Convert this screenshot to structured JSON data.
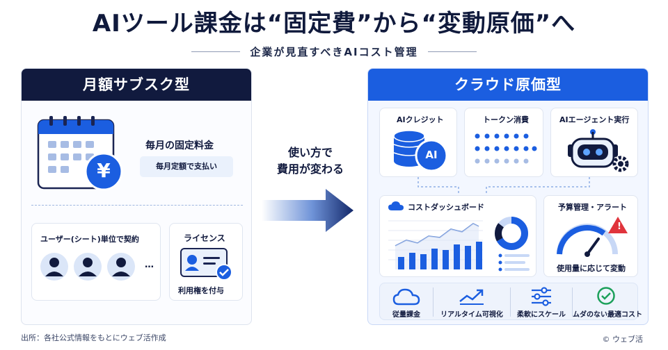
{
  "title": "AIツール課金は“固定費”から“変動原価”へ",
  "subtitle": "企業が見直すべきAIコスト管理",
  "left_panel": {
    "header": "月額サブスク型",
    "fixed_fee_label": "毎月の固定料金",
    "fixed_fee_badge": "毎月定額で支払い",
    "currency_symbol": "¥",
    "seat_label": "ユーザー(シート)単位で契約",
    "seat_more": "…",
    "license_title": "ライセンス",
    "license_label": "利用権を付与"
  },
  "arrow": {
    "line1": "使い方で",
    "line2": "費用が変わる"
  },
  "right_panel": {
    "header": "クラウド原価型",
    "cards": {
      "ai_credit": "AIクレジット",
      "ai_badge": "AI",
      "token_usage": "トークン消費",
      "agent_exec": "AIエージェント実行"
    },
    "dashboard_title": "コストダッシュボード",
    "budget_title": "予算管理・アラート",
    "budget_alert": "!",
    "budget_label": "使用量に応じて変動",
    "features": [
      "従量課金",
      "リアルタイム可視化",
      "柔軟にスケール",
      "ムダのない最適コスト"
    ]
  },
  "footer": {
    "source": "出所：各社公式情報をもとにウェブ活作成",
    "copyright": "© ウェブ活"
  },
  "colors": {
    "navy": "#111a3e",
    "blue": "#1b5ee0",
    "light_blue": "#c8d8f6",
    "alert_red": "#e0343c"
  }
}
